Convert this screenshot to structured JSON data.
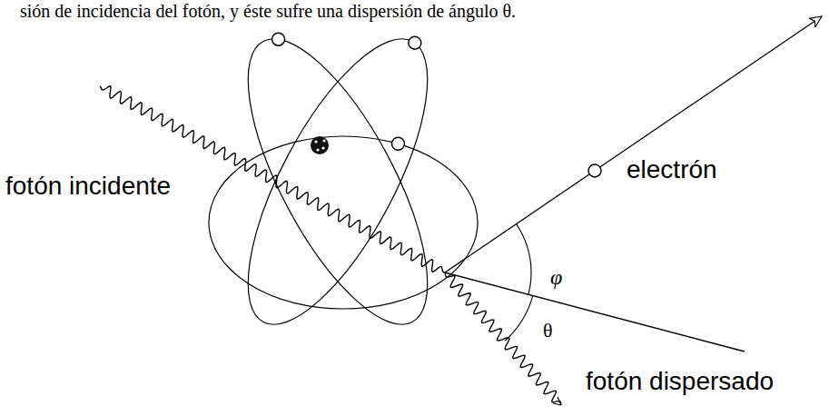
{
  "diagram": {
    "labels": [
      "sión de incidencia del fotón, y éste sufre una dispersión de ángulo θ.",
      "fotón incidente",
      "electrón",
      "φ",
      "θ",
      "fotón dispersado"
    ]
  }
}
